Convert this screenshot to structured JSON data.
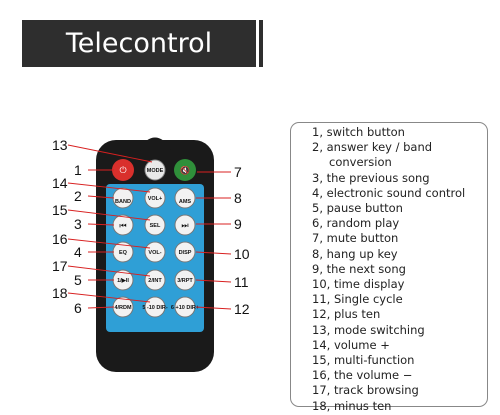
{
  "title": "Telecontrol",
  "legend": [
    {
      "text": "1, switch button"
    },
    {
      "text": "2, answer key / band"
    },
    {
      "text": "conversion",
      "indent": true
    },
    {
      "text": "3, the previous song"
    },
    {
      "text": "4, electronic sound control"
    },
    {
      "text": "5, pause button"
    },
    {
      "text": "6, random play"
    },
    {
      "text": "7, mute button"
    },
    {
      "text": "8, hang up key"
    },
    {
      "text": "9, the next song"
    },
    {
      "text": "10, time display"
    },
    {
      "text": "11, Single cycle"
    },
    {
      "text": "12, plus ten"
    },
    {
      "text": "13, mode switching"
    },
    {
      "text": "14, volume +"
    },
    {
      "text": "15, multi-function"
    },
    {
      "text": "16, the volume −"
    },
    {
      "text": "17, track browsing"
    },
    {
      "text": "18, minus ten"
    }
  ],
  "callouts": [
    "13",
    "1",
    "7",
    "14",
    "2",
    "8",
    "15",
    "3",
    "9",
    "16",
    "4",
    "10",
    "17",
    "5",
    "11",
    "18",
    "6",
    "12"
  ],
  "buttons": {
    "mode": "MODE",
    "band": "BAND",
    "vol_plus": "VOL+",
    "ams": "AMS",
    "sel": "SEL",
    "vol_minus": "VOL-",
    "eq": "EQ",
    "disp": "DISP",
    "play": "1/▶II",
    "int": "2/INT",
    "rpt": "3/RPT",
    "rdm": "4/RDM",
    "dir_minus": "5 -10 DIR-",
    "dir_plus": "6 +10 DIR+"
  },
  "colors": {
    "title_bg": "#2e2e2e",
    "remote_body": "#1a1a1a",
    "panel": "#2f9fd6",
    "power": "#d9302c",
    "mute": "#2f8f3a",
    "callout_line": "#d82020"
  }
}
